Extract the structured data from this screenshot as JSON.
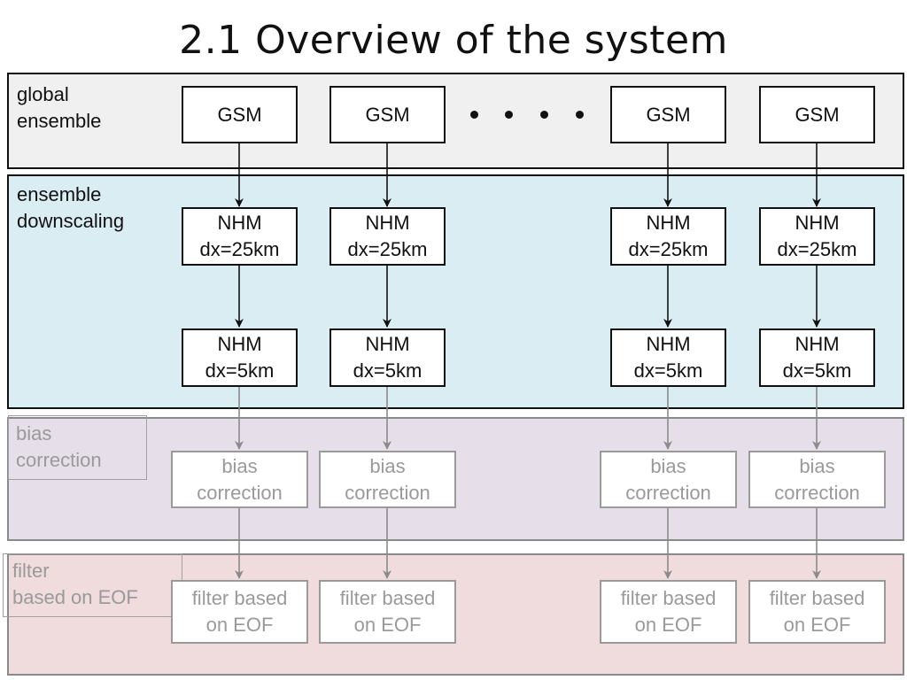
{
  "title": "2.1  Overview of the system",
  "rows": {
    "global": {
      "label_line1": "global",
      "label_line2": "ensemble",
      "box_text": "GSM"
    },
    "downscaling": {
      "label_line1": "ensemble",
      "label_line2": "downscaling",
      "nhm25_line1": "NHM",
      "nhm25_line2": "dx=25km",
      "nhm5_line1": "NHM",
      "nhm5_line2": "dx=5km"
    },
    "bias": {
      "label_line1": "bias",
      "label_line2": "correction",
      "box_line1": "bias",
      "box_line2": "correction"
    },
    "filter": {
      "label_line1": "filter",
      "label_line2": "based on EOF",
      "box_line1": "filter based",
      "box_line2": "on EOF"
    }
  },
  "columns": 4,
  "ellipsis_dot_count": 4,
  "colors": {
    "global_band": "#f0f0f0",
    "downscaling_band": "#daedf3",
    "bias_band": "#e6dfe9",
    "filter_band": "#f0dcdc",
    "active": "#111111",
    "inactive": "#9a9a9a"
  }
}
